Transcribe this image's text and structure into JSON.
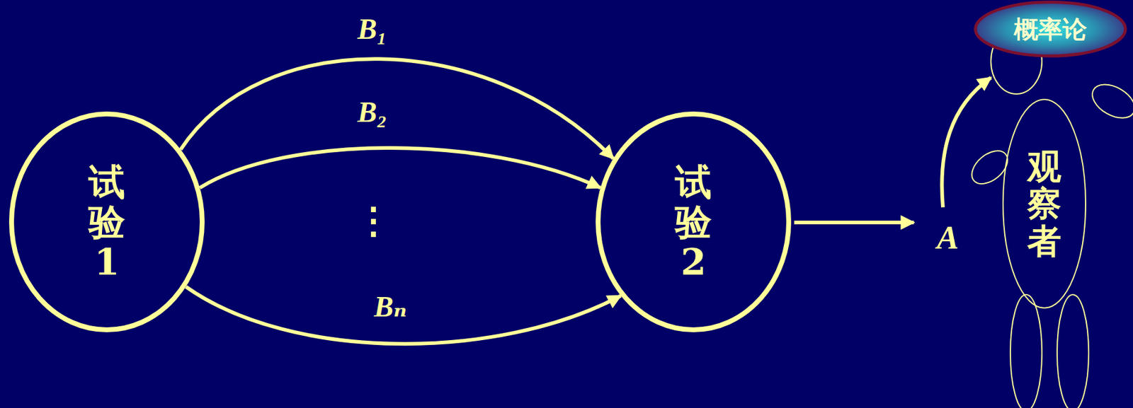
{
  "diagram": {
    "nodes": [
      {
        "text": [
          "试验1"
        ]
      },
      {
        "text": [
          "试验2"
        ]
      },
      {
        "text": [
          "概率论"
        ]
      },
      {
        "text": [
          "观察者"
        ]
      }
    ],
    "edges": [
      {
        "from": 0,
        "to": 1,
        "label": "B₁",
        "arrow": "to"
      },
      {
        "from": 0,
        "to": 1,
        "label": "B₂",
        "arrow": "to"
      },
      {
        "from": 0,
        "to": 1,
        "label": "Bₙ",
        "arrow": "to"
      }
    ],
    "labels": [
      "⋮",
      "A"
    ]
  }
}
